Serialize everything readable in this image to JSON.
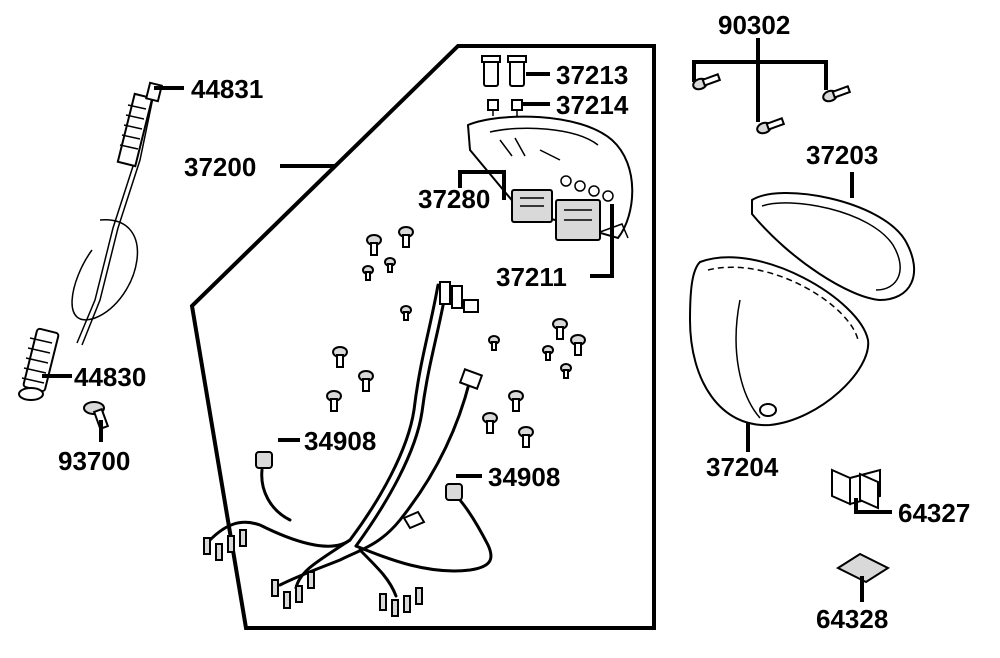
{
  "diagram": {
    "labels": [
      {
        "id": "44831",
        "text": "44831"
      },
      {
        "id": "44830",
        "text": "44830"
      },
      {
        "id": "93700",
        "text": "93700"
      },
      {
        "id": "37200",
        "text": "37200"
      },
      {
        "id": "37213",
        "text": "37213"
      },
      {
        "id": "37214",
        "text": "37214"
      },
      {
        "id": "37280",
        "text": "37280"
      },
      {
        "id": "37211",
        "text": "37211"
      },
      {
        "id": "34908a",
        "text": "34908"
      },
      {
        "id": "34908b",
        "text": "34908"
      },
      {
        "id": "90302",
        "text": "90302"
      },
      {
        "id": "37203",
        "text": "37203"
      },
      {
        "id": "37204",
        "text": "37204"
      },
      {
        "id": "64327",
        "text": "64327"
      },
      {
        "id": "64328",
        "text": "64328"
      }
    ]
  }
}
